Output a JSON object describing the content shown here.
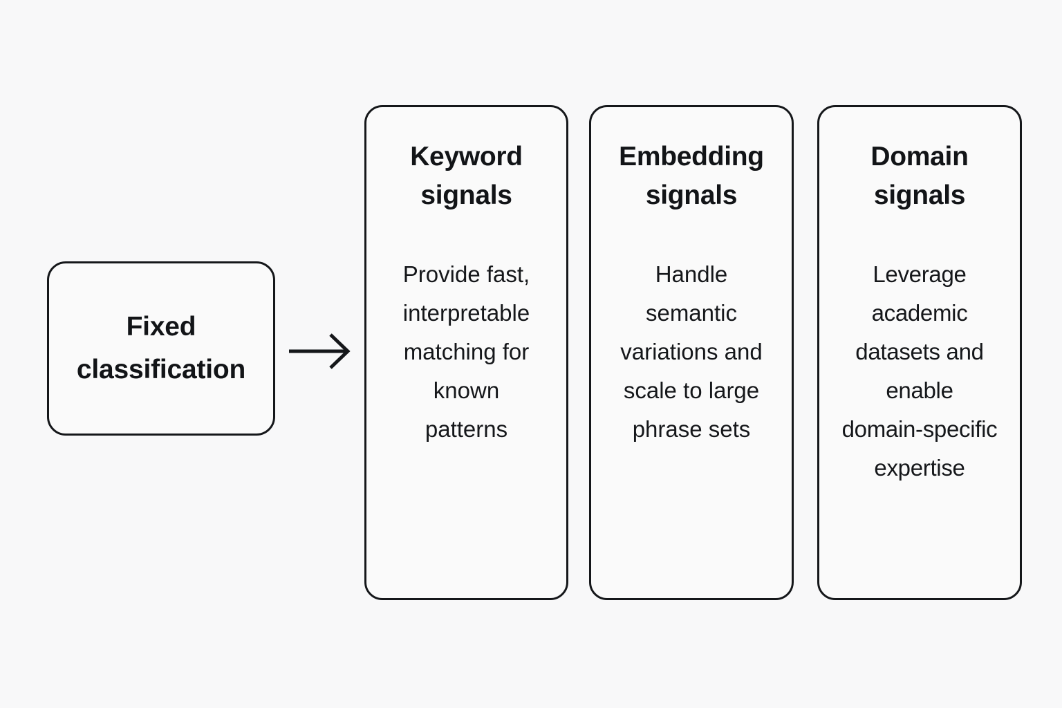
{
  "diagram": {
    "background_color": "#f8f8f9",
    "stroke_color": "#15171a",
    "text_color": "#121417",
    "source": {
      "label": "Fixed\nclassification"
    },
    "connector": {
      "icon": "right-arrow-icon",
      "direction": "right"
    },
    "cards": [
      {
        "title": "Keyword\nsignals",
        "body": "Provide fast,\ninterpretable\nmatching for\nknown\npatterns"
      },
      {
        "title": "Embedding\nsignals",
        "body": "Handle\nsemantic\nvariations and\nscale to large\nphrase sets"
      },
      {
        "title": "Domain\nsignals",
        "body": "Leverage\nacademic\ndatasets and\nenable\ndomain-specific\nexpertise"
      }
    ]
  }
}
